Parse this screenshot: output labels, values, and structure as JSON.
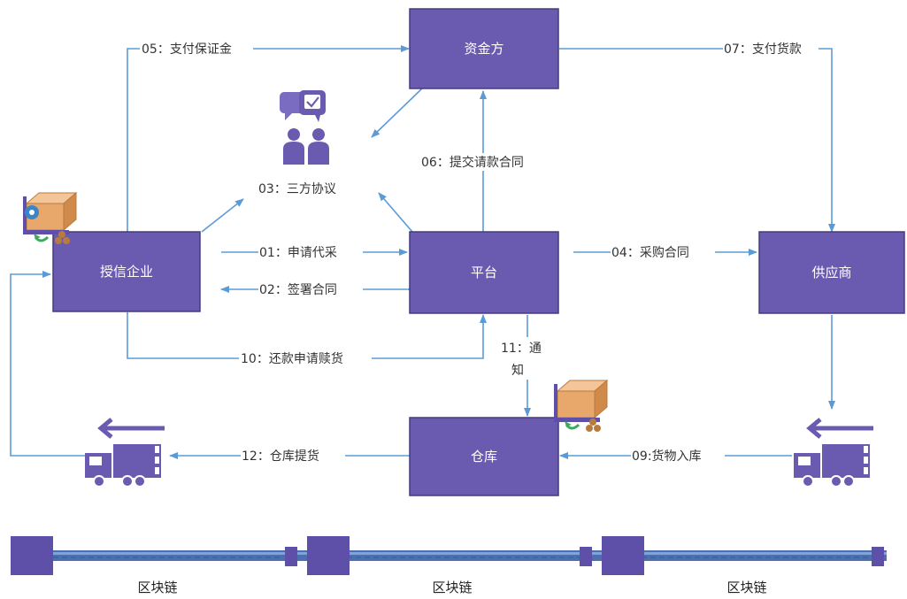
{
  "colors": {
    "box_fill": "#6B5BB0",
    "box_border": "#463A80",
    "arrow": "#5B9BD5",
    "label_text": "#333333",
    "chain": "#5E50A8",
    "chain_link": "#4B6FB0",
    "box_goods": "#E8A76B"
  },
  "nodes": {
    "funder": "资金方",
    "credit_enterprise": "授信企业",
    "platform": "平台",
    "supplier": "供应商",
    "warehouse": "仓库"
  },
  "edges": {
    "e01": "01：申请代采",
    "e02": "02：签署合同",
    "e03": "03：三方协议",
    "e04": "04：采购合同",
    "e05": "05：支付保证金",
    "e06": "06：提交请款合同",
    "e07": "07：支付货款",
    "e09": "09:货物入库",
    "e10": "10：还款申请赎货",
    "e11_line1": "11：通",
    "e11_line2": "知",
    "e12": "12：仓库提货"
  },
  "blockchain": {
    "labels": [
      "区块链",
      "区块链",
      "区块链"
    ]
  },
  "icons": {
    "agreement": "people-discussion-icon",
    "goods_left": "goods-cart-icon",
    "goods_warehouse": "goods-cart-icon",
    "truck_left": "truck-icon",
    "truck_right": "truck-icon"
  }
}
